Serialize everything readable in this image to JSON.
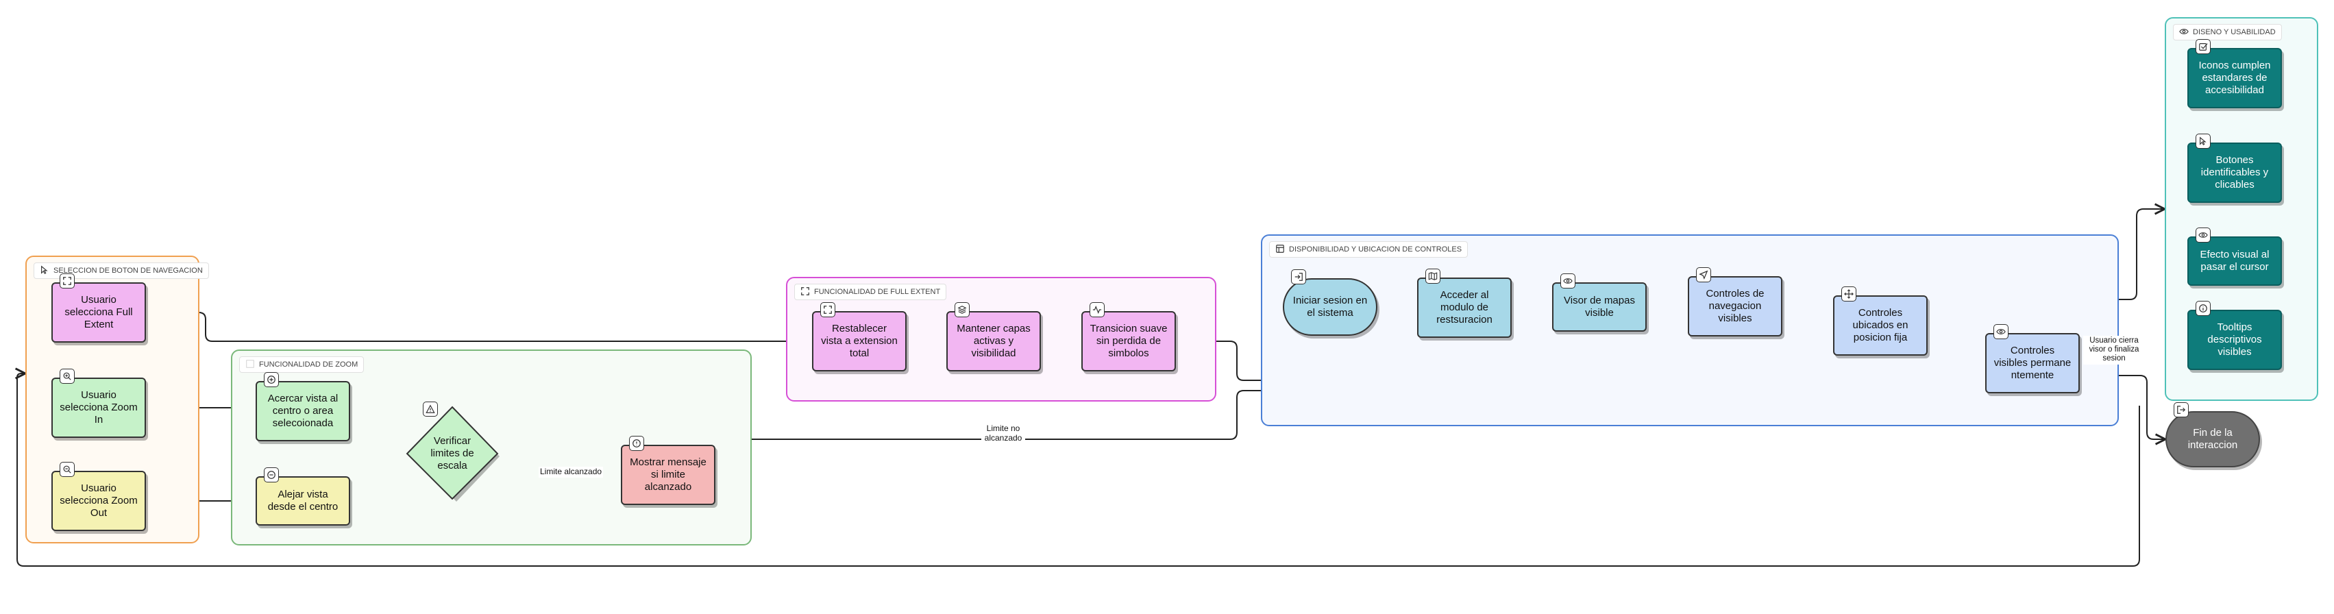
{
  "groups": {
    "seleccion": {
      "label": "SELECCION DE BOTON DE NAVEGACION",
      "icon": "cursor-icon",
      "border": "#f0a050",
      "fill": "#fffaf3"
    },
    "zoom": {
      "label": "FUNCIONALIDAD DE ZOOM",
      "icon": "zoom-icon",
      "border": "#7ab87a",
      "fill": "#f6fbf6"
    },
    "full_extent": {
      "label": "FUNCIONALIDAD DE FULL EXTENT",
      "icon": "expand-icon",
      "border": "#d64fd6",
      "fill": "#fdf5fd"
    },
    "disponibilidad": {
      "label": "DISPONIBILIDAD Y UBICACION DE CONTROLES",
      "icon": "layout-icon",
      "border": "#4a7fd6",
      "fill": "#f5f8fe"
    },
    "diseno": {
      "label": "DISENO Y USABILIDAD",
      "icon": "eye-icon",
      "border": "#4fc1b8",
      "fill": "#f2fbfa"
    }
  },
  "nodes": {
    "full_extent_sel": {
      "text": "Usuario selecciona Full Extent",
      "icon": "expand-icon",
      "fill": "#f2b6f2"
    },
    "zoom_in_sel": {
      "text": "Usuario selecciona Zoom In",
      "icon": "zoom-in-icon",
      "fill": "#c6f2c9"
    },
    "zoom_out_sel": {
      "text": "Usuario selecciona Zoom Out",
      "icon": "zoom-out-icon",
      "fill": "#f5f2b3"
    },
    "acercar": {
      "text": "Acercar vista al centro o area selecoionada",
      "icon": "plus-circle-icon",
      "fill": "#c6f2c9"
    },
    "alejar": {
      "text": "Alejar vista desde el centro",
      "icon": "minus-circle-icon",
      "fill": "#f5f2b3"
    },
    "verificar": {
      "text": "Verificar limites de escala",
      "icon": "warning-icon",
      "fill": "#c6f2c9"
    },
    "mostrar": {
      "text": "Mostrar mensaje si limite alcanzado",
      "icon": "alert-circle-icon",
      "fill": "#f5b8b8"
    },
    "restablecer": {
      "text": "Restablecer vista a extension total",
      "icon": "expand-icon",
      "fill": "#f2b6f2"
    },
    "mantener": {
      "text": "Mantener capas activas y visibilidad",
      "icon": "layers-icon",
      "fill": "#f2b6f2"
    },
    "transicion": {
      "text": "Transicion suave sin perdida de simbolos",
      "icon": "activity-icon",
      "fill": "#f2b6f2"
    },
    "iniciar": {
      "text": "Iniciar sesion en el sistema",
      "icon": "login-icon",
      "fill": "#a7d8e8"
    },
    "acceder": {
      "text": "Acceder al modulo de restsuracion",
      "icon": "map-icon",
      "fill": "#a7d8e8"
    },
    "visor": {
      "text": "Visor de mapas visible",
      "icon": "eye-icon",
      "fill": "#a7d8e8"
    },
    "controles_nav": {
      "text": "Controles de navegacion visibles",
      "icon": "navigation-icon",
      "fill": "#c4d8f8"
    },
    "controles_fija": {
      "text": "Controles ubicados en posicion fija",
      "icon": "move-icon",
      "fill": "#c4d8f8"
    },
    "controles_perm": {
      "text": "Controles visibles permane ntemente",
      "icon": "eye-icon",
      "fill": "#c4d8f8"
    },
    "iconos": {
      "text": "Iconos cumplen estandares de accesibilidad",
      "icon": "check-square-icon",
      "fill": "#0e7c7b"
    },
    "botones": {
      "text": "Botones identificables y clicables",
      "icon": "pointer-icon",
      "fill": "#0e7c7b"
    },
    "efecto": {
      "text": "Efecto visual al pasar el cursor",
      "icon": "eye-icon",
      "fill": "#0e7c7b"
    },
    "tooltips": {
      "text": "Tooltips descriptivos visibles",
      "icon": "info-icon",
      "fill": "#0e7c7b"
    },
    "fin": {
      "text": "Fin de la interaccion",
      "icon": "logout-icon",
      "fill": "#707070"
    }
  },
  "edge_labels": {
    "limite_alcanzado": "Limite alcanzado",
    "limite_no_alcanzado": "Limite no alcanzado",
    "usuario_cierra": "Usuario cierra visor o finaliza sesion"
  }
}
